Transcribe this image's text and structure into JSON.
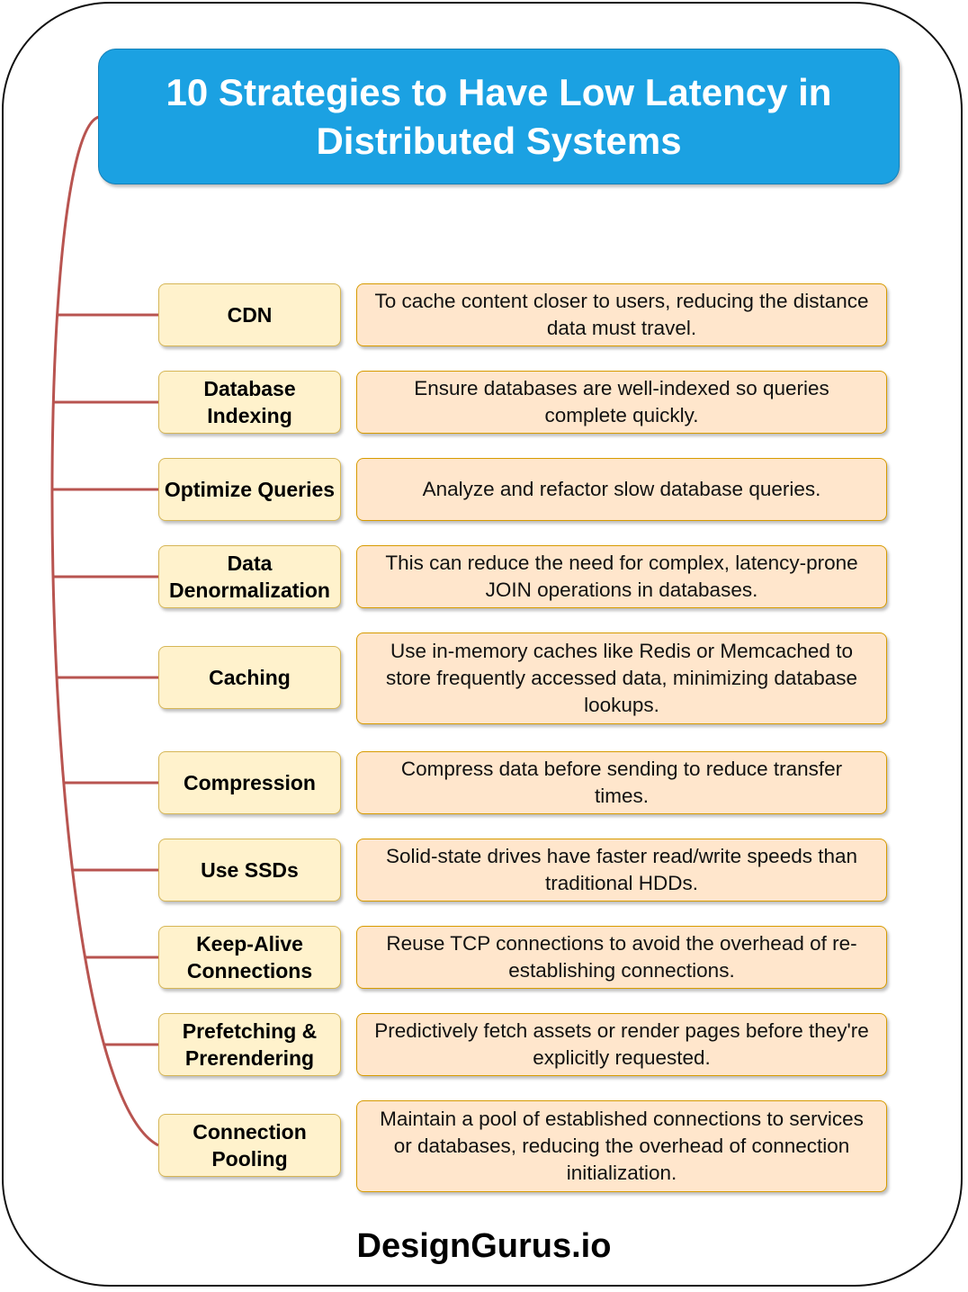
{
  "title": "10 Strategies to Have Low Latency in Distributed Systems",
  "strategies": [
    {
      "name": "CDN",
      "description": "To cache content closer to users, reducing the distance data must travel."
    },
    {
      "name": "Database Indexing",
      "description": "Ensure databases are well-indexed so queries complete quickly."
    },
    {
      "name": "Optimize Queries",
      "description": "Analyze and refactor slow database queries."
    },
    {
      "name": "Data Denormalization",
      "description": "This can reduce the need for complex, latency-prone JOIN operations in databases."
    },
    {
      "name": "Caching",
      "description": "Use in-memory caches like Redis or Memcached to store frequently accessed data, minimizing database lookups."
    },
    {
      "name": "Compression",
      "description": "Compress data before sending to reduce transfer times."
    },
    {
      "name": "Use SSDs",
      "description": "Solid-state drives have faster read/write speeds than traditional HDDs."
    },
    {
      "name": "Keep-Alive Connections",
      "description": "Reuse TCP connections to avoid the overhead of re-establishing connections."
    },
    {
      "name": "Prefetching & Prerendering",
      "description": "Predictively fetch assets or render pages before they're explicitly requested."
    },
    {
      "name": "Connection Pooling",
      "description": "Maintain a pool of established connections to services or databases, reducing the overhead of connection initialization."
    }
  ],
  "footer": "DesignGurus.io",
  "colors": {
    "title_fill": "#1ba1e2",
    "label_fill": "#fff2cc",
    "description_fill": "#ffe6cc",
    "connector": "#b85450"
  }
}
